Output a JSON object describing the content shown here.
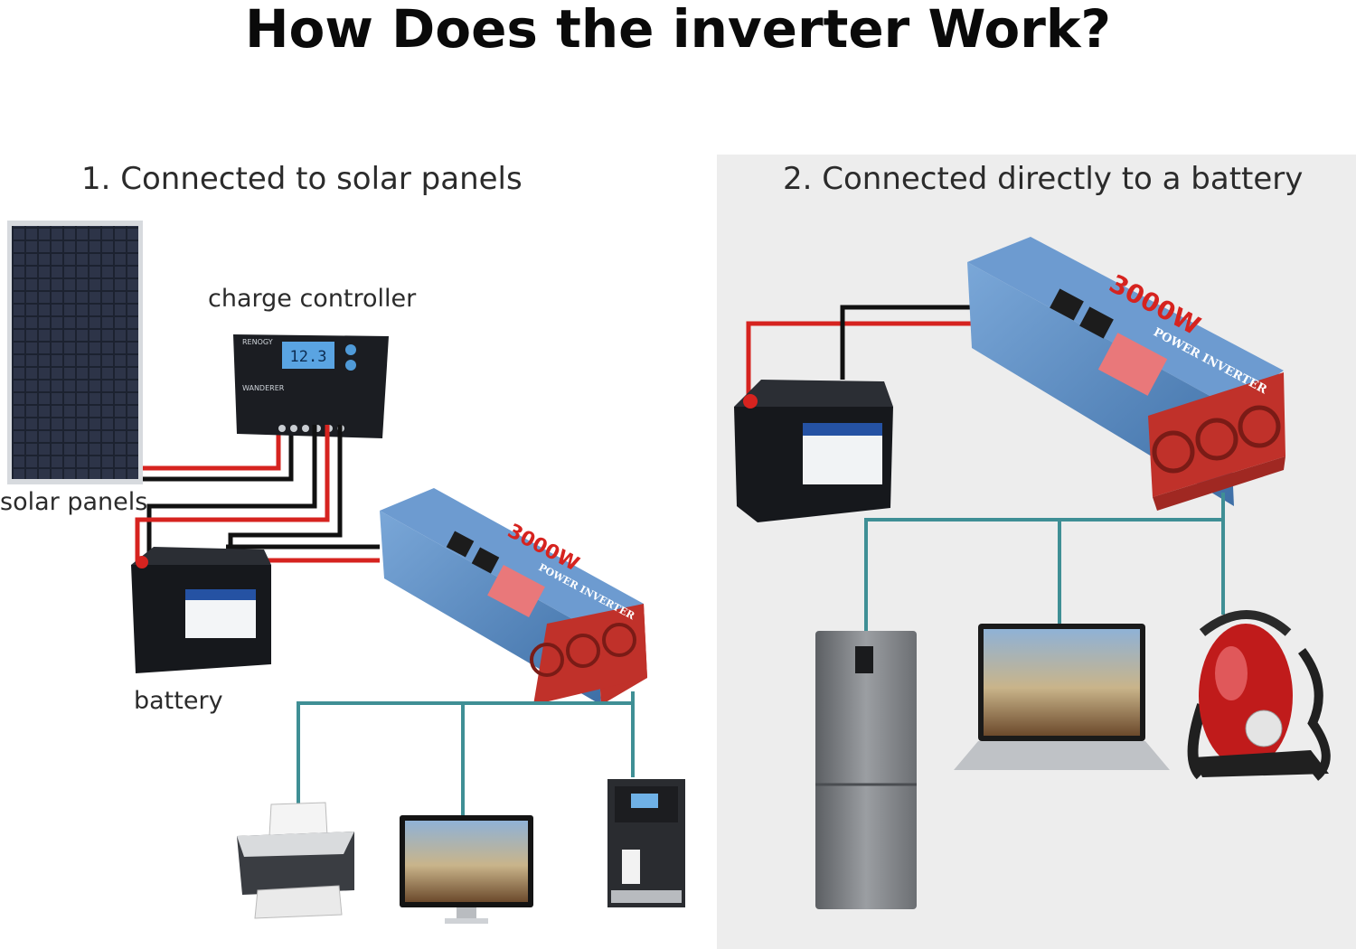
{
  "title": "How Does the inverter Work?",
  "section1": {
    "heading": "1. Connected to solar panels",
    "labels": {
      "solar_panels": "solar panels",
      "charge_controller": "charge controller",
      "battery": "battery"
    },
    "controller_brand": "RENOGY",
    "controller_display": "12.3",
    "controller_model": "WANDERER"
  },
  "section2": {
    "heading": "2. Connected directly to a battery"
  },
  "inverter": {
    "rating": "3000W",
    "name": "POWER INVERTER"
  },
  "colors": {
    "wire_red": "#d6231f",
    "wire_black": "#111111",
    "ac_line": "#3f8f95",
    "inverter_blue": "#5d8fc8",
    "inverter_red": "#c0312a"
  }
}
